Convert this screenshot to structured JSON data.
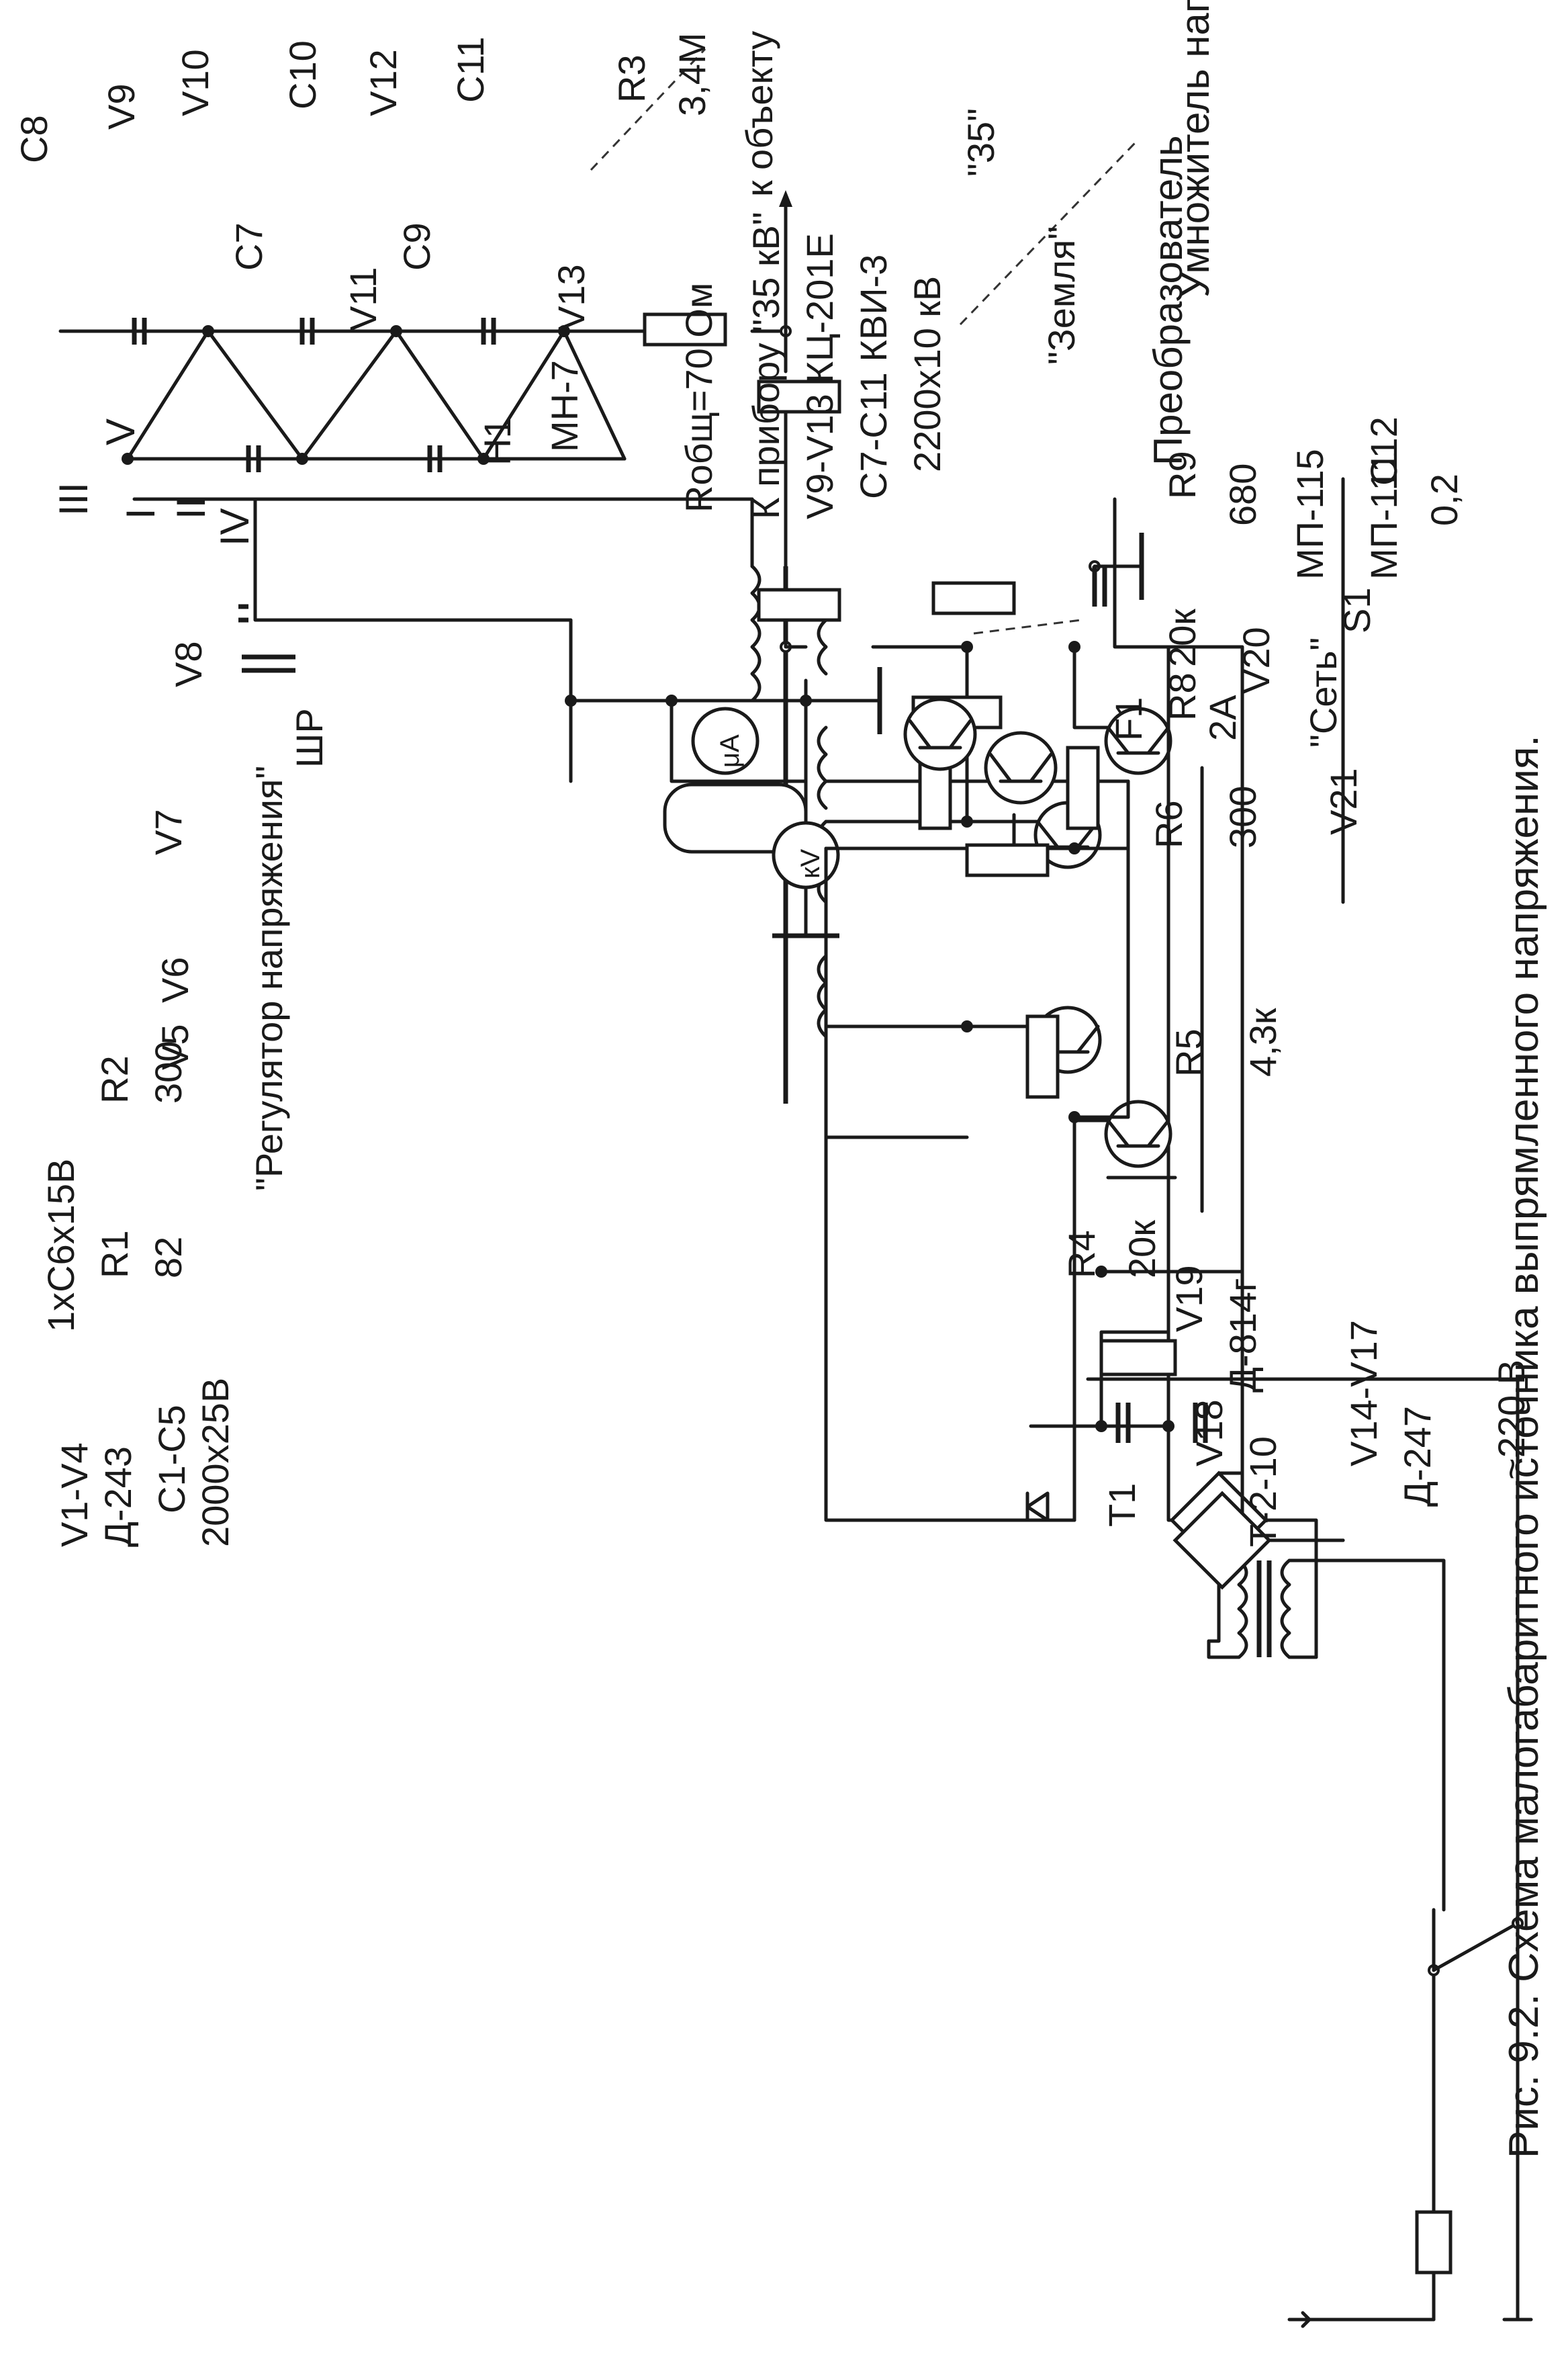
{
  "caption": "Рис. 9.2. Схема малогабаритного источника выпрямленного напряжения.",
  "blocks": {
    "regulator": "\"Регулятор напряжения\"",
    "converter": "Преобразователь",
    "multiplier": "Умножитель напряжения",
    "mains": "\"Сеть\"",
    "ground": "\"Земля\"",
    "output_35": "\"35\""
  },
  "labels": {
    "v1v4": "V1-V4",
    "d243": "Д-243",
    "c1c5": "C1-C5",
    "c1c5_val": "2000x25В",
    "transistors": "1xC6x15В",
    "r1": "R1",
    "r1_val": "82",
    "r2": "R2",
    "r2_val": "300",
    "v5": "V5",
    "v6": "V6",
    "v7": "V7",
    "v8": "V8",
    "w1": "I",
    "w2": "II",
    "w3": "III",
    "w4": "IV",
    "w5": "V",
    "t1": "T1",
    "f1": "F1",
    "f1_val": "2A",
    "s1": "S1",
    "v220": "~220 В",
    "h1": "H1",
    "mn7": "МН-7",
    "shr": "ШР",
    "c7": "C7",
    "c8": "C8",
    "c9": "C9",
    "c10": "C10",
    "c11": "C11",
    "v9": "V9",
    "v10": "V10",
    "v11": "V11",
    "v12": "V12",
    "v13": "V13",
    "r3": "R3",
    "r3_val": "3,4М",
    "to_object": "к объекту",
    "r_total": "Rобщ=70 Ом",
    "to_meter": "К прибору \"35 кВ\"",
    "v9v13": "V9-V13  КЦ-201Е",
    "c7c11": "C7-C11    КВИ-3",
    "c7c11_val": "2200x10 кВ",
    "ua": "μA",
    "kv": "кV",
    "v14v17": "V14-V17",
    "d247": "Д-247",
    "v18": "V18",
    "t210": "Т-2-10",
    "r4": "R4",
    "r4_val": "20к",
    "v19": "V19",
    "d814": "Д-814г",
    "r5": "R5",
    "r5_val": "4,3к",
    "r6": "R6",
    "r6_val": "300",
    "r8": "R8",
    "r8_val": "20к",
    "r9": "R9",
    "r9_val": "680",
    "v20": "V20",
    "v21": "V21",
    "mp115": "МП-115",
    "mp111": "МП-111",
    "c12": "C12",
    "c12_val": "0,2"
  }
}
